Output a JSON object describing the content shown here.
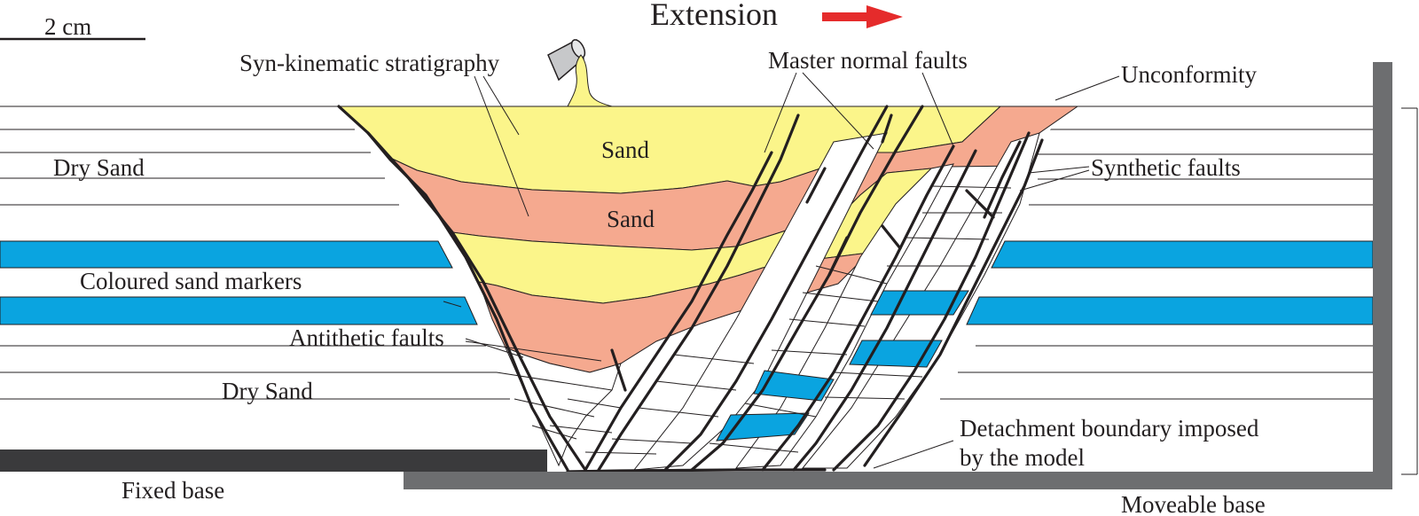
{
  "diagram": {
    "title": "Extension",
    "scale_bar_label": "2 cm",
    "labels": {
      "syn_kinematic": "Syn-kinematic stratigraphy",
      "master_normal_faults": "Master normal faults",
      "unconformity": "Unconformity",
      "dry_sand_top": "Dry Sand",
      "sand_upper": "Sand",
      "sand_lower": "Sand",
      "synthetic_faults": "Synthetic faults",
      "coloured_markers": "Coloured sand markers",
      "antithetic_faults": "Antithetic faults",
      "dry_sand_bottom": "Dry Sand",
      "detachment_line1": "Detachment boundary imposed",
      "detachment_line2": "by the model",
      "fixed_base": "Fixed base",
      "moveable_base": "Moveable base"
    },
    "colors": {
      "yellow_sand": "#fbf58a",
      "salmon_sand": "#f5a98f",
      "blue_marker": "#0aa4e0",
      "fixed_base": "#3a3a3c",
      "moveable_base": "#6d6e70",
      "arrow": "#e52b2b",
      "ink": "#231f20"
    },
    "icons": {
      "extension_arrow": "right-arrow-icon",
      "pouring_bucket": "bucket-icon"
    }
  }
}
